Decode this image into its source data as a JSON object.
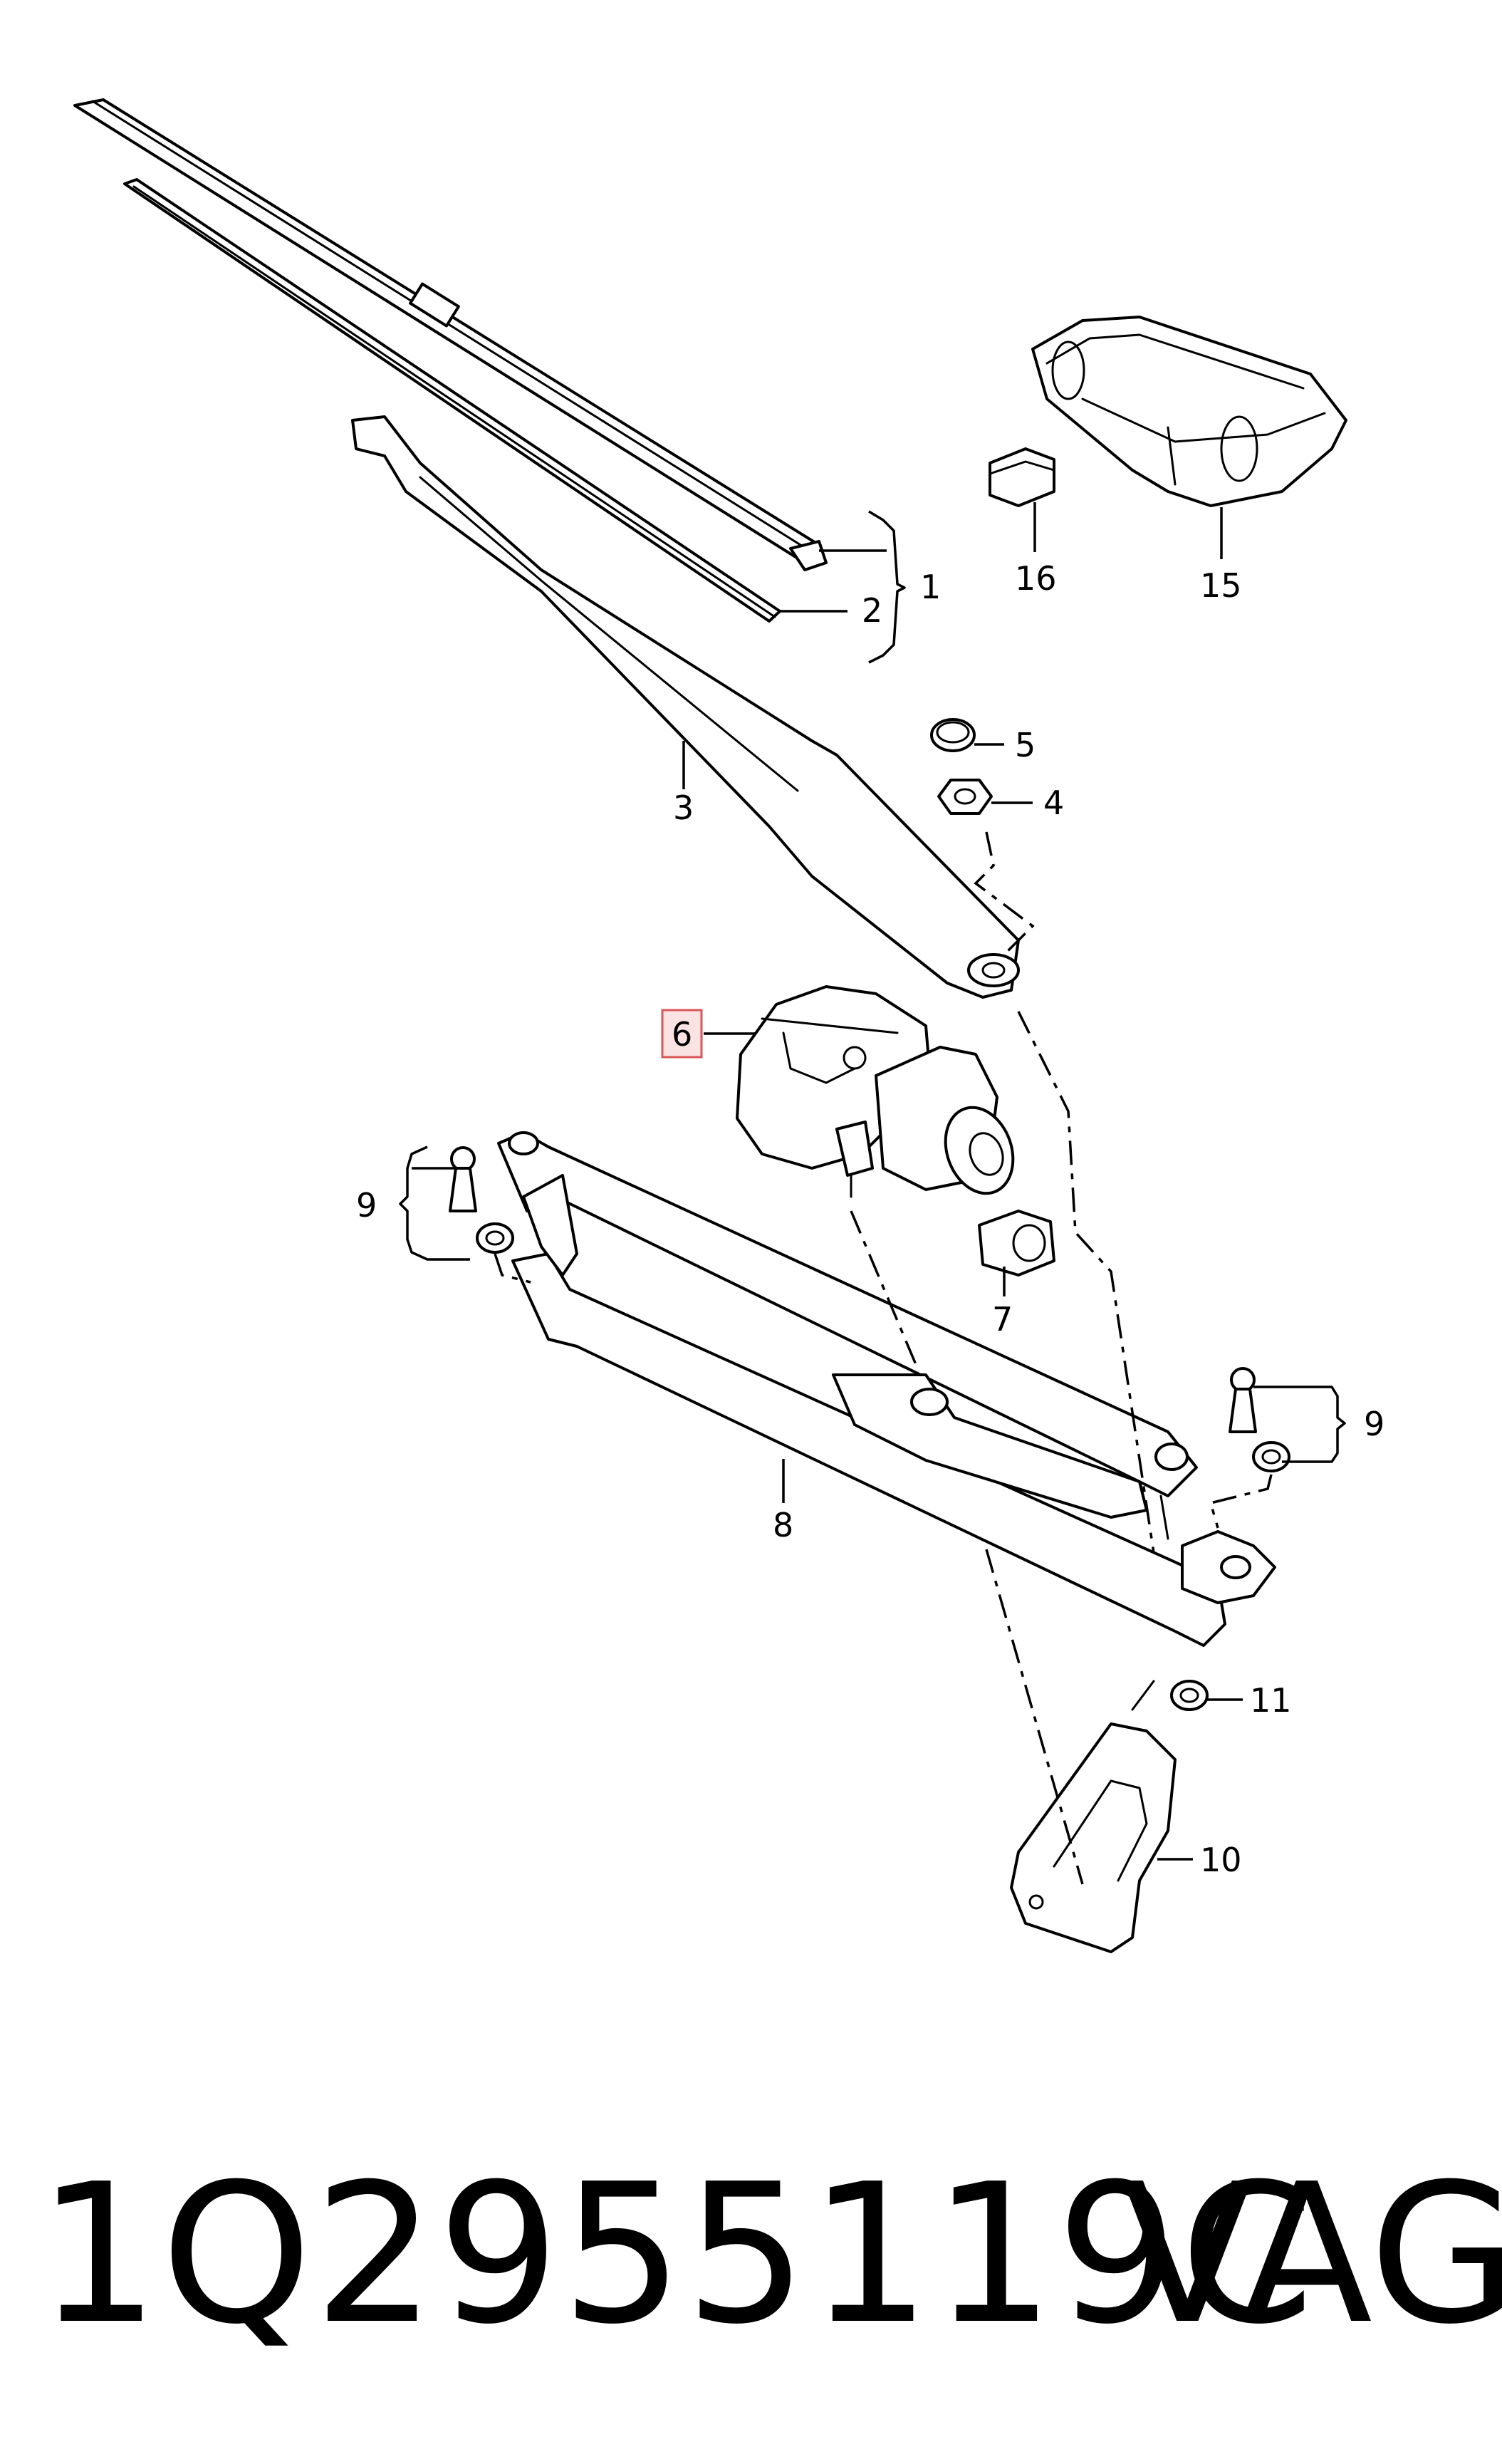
{
  "callouts": {
    "c1": "1",
    "c2": "2",
    "c3": "3",
    "c4": "4",
    "c5": "5",
    "c6": "6",
    "c7": "7",
    "c8": "8",
    "c9a": "9",
    "c9b": "9",
    "c10": "10",
    "c11": "11",
    "c15": "15",
    "c16": "16"
  },
  "highlighted_callout": "6",
  "footer": {
    "part_number": "1Q2955119C",
    "brand": "VAG"
  },
  "colors": {
    "line": "#000000",
    "highlight_fill": "#fbe3e3",
    "highlight_border": "#d95757"
  }
}
